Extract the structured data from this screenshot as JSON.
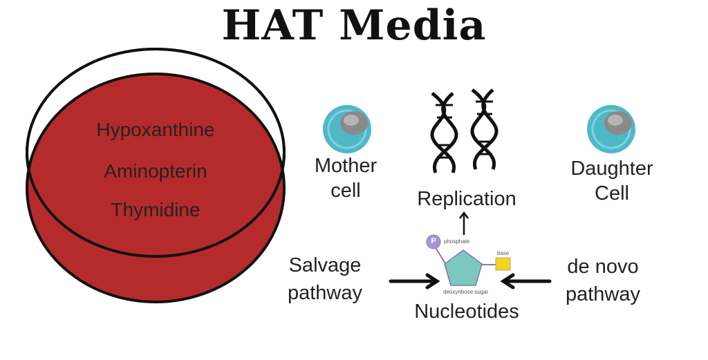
{
  "title": "HAT Media",
  "dish": {
    "components": [
      "Hypoxanthine",
      "Aminopterin",
      "Thymidine"
    ],
    "color": "#b52b2b"
  },
  "mother_cell": {
    "line1": "Mother",
    "line2": "cell"
  },
  "daughter_cell": {
    "line1": "Daughter",
    "line2": "Cell"
  },
  "replication": "Replication",
  "salvage": {
    "line1": "Salvage",
    "line2": "pathway"
  },
  "denovo": {
    "line1": "de novo",
    "line2": "pathway"
  },
  "nucleotides": "Nucleotides",
  "nucleotide_parts": {
    "phosphate_symbol": "P",
    "phosphate": "phosphate",
    "base": "base",
    "sugar": "deoxyribose sugar"
  },
  "icons": [
    "cell-icon",
    "dna-helix-icon",
    "arrow-icon"
  ]
}
